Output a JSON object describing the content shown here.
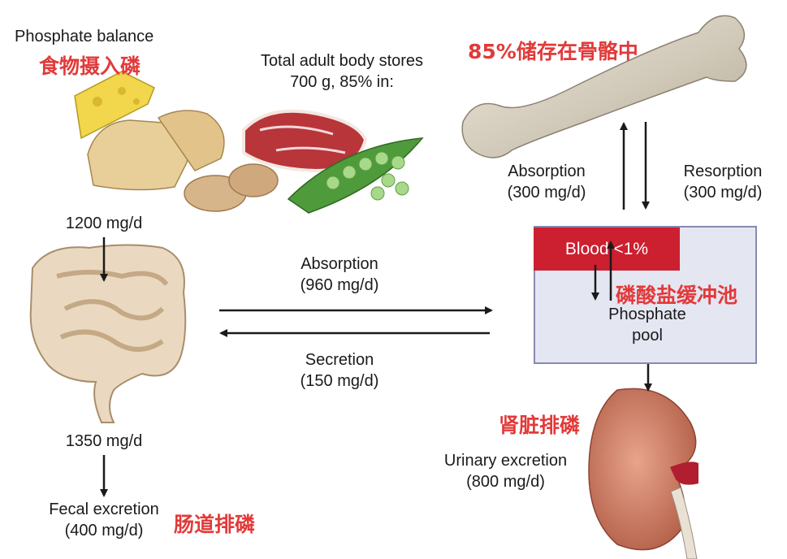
{
  "header": {
    "title": "Phosphate balance",
    "title_cn": "食物摄入磷"
  },
  "stores": {
    "line1": "Total adult body stores",
    "line2": "700 g, 85% in:",
    "bone_cn": "85%储存在骨骼中"
  },
  "bone_exchange": {
    "absorption_label": "Absorption",
    "absorption_value": "(300 mg/d)",
    "resorption_label": "Resorption",
    "resorption_value": "(300 mg/d)"
  },
  "gut": {
    "intake": "1200 mg/d",
    "output": "1350 mg/d",
    "fecal_label": "Fecal excretion",
    "fecal_value": "(400 mg/d)",
    "fecal_cn": "肠道排磷"
  },
  "gut_exchange": {
    "absorption_label": "Absorption",
    "absorption_value": "(960 mg/d)",
    "secretion_label": "Secretion",
    "secretion_value": "(150 mg/d)"
  },
  "pool": {
    "blood": "Blood <1%",
    "buffer_cn": "磷酸盐缓冲池",
    "label_line1": "Phosphate",
    "label_line2": "pool"
  },
  "kidney": {
    "cn": "肾脏排磷",
    "label": "Urinary excretion",
    "value": "(800 mg/d)"
  },
  "colors": {
    "accent_cn": "#e23a3a",
    "blood": "#cc1f2f",
    "pool_bg": "#e4e6f2",
    "pool_border": "#8a88b0"
  }
}
